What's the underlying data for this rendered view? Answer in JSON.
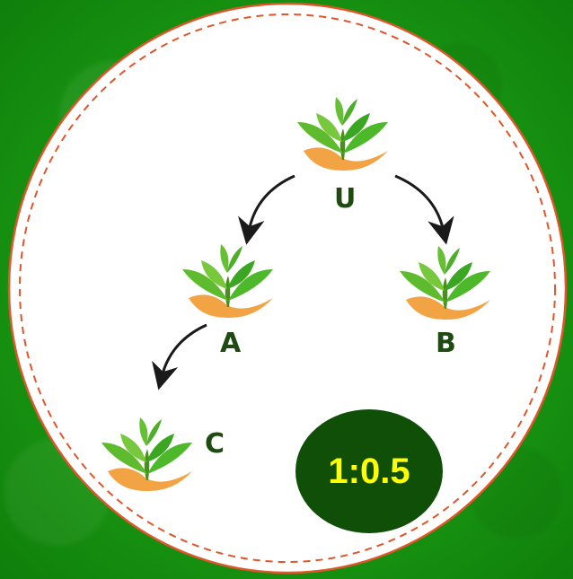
{
  "nodes": {
    "u": {
      "label": "U"
    },
    "a": {
      "label": "A"
    },
    "b": {
      "label": "B"
    },
    "c": {
      "label": "C"
    }
  },
  "ratio": "1:0.5",
  "icons": [
    "plant-in-hand-icon",
    "curved-arrow-icon"
  ],
  "colors": {
    "background": "#179410",
    "circle_fill": "#ffffff",
    "circle_border": "#e0552a",
    "label_text": "#1f4a12",
    "badge_fill": "#0f4f07",
    "badge_text": "#ffff00",
    "leaf": "#4cb82a",
    "hand": "#f2a444"
  }
}
